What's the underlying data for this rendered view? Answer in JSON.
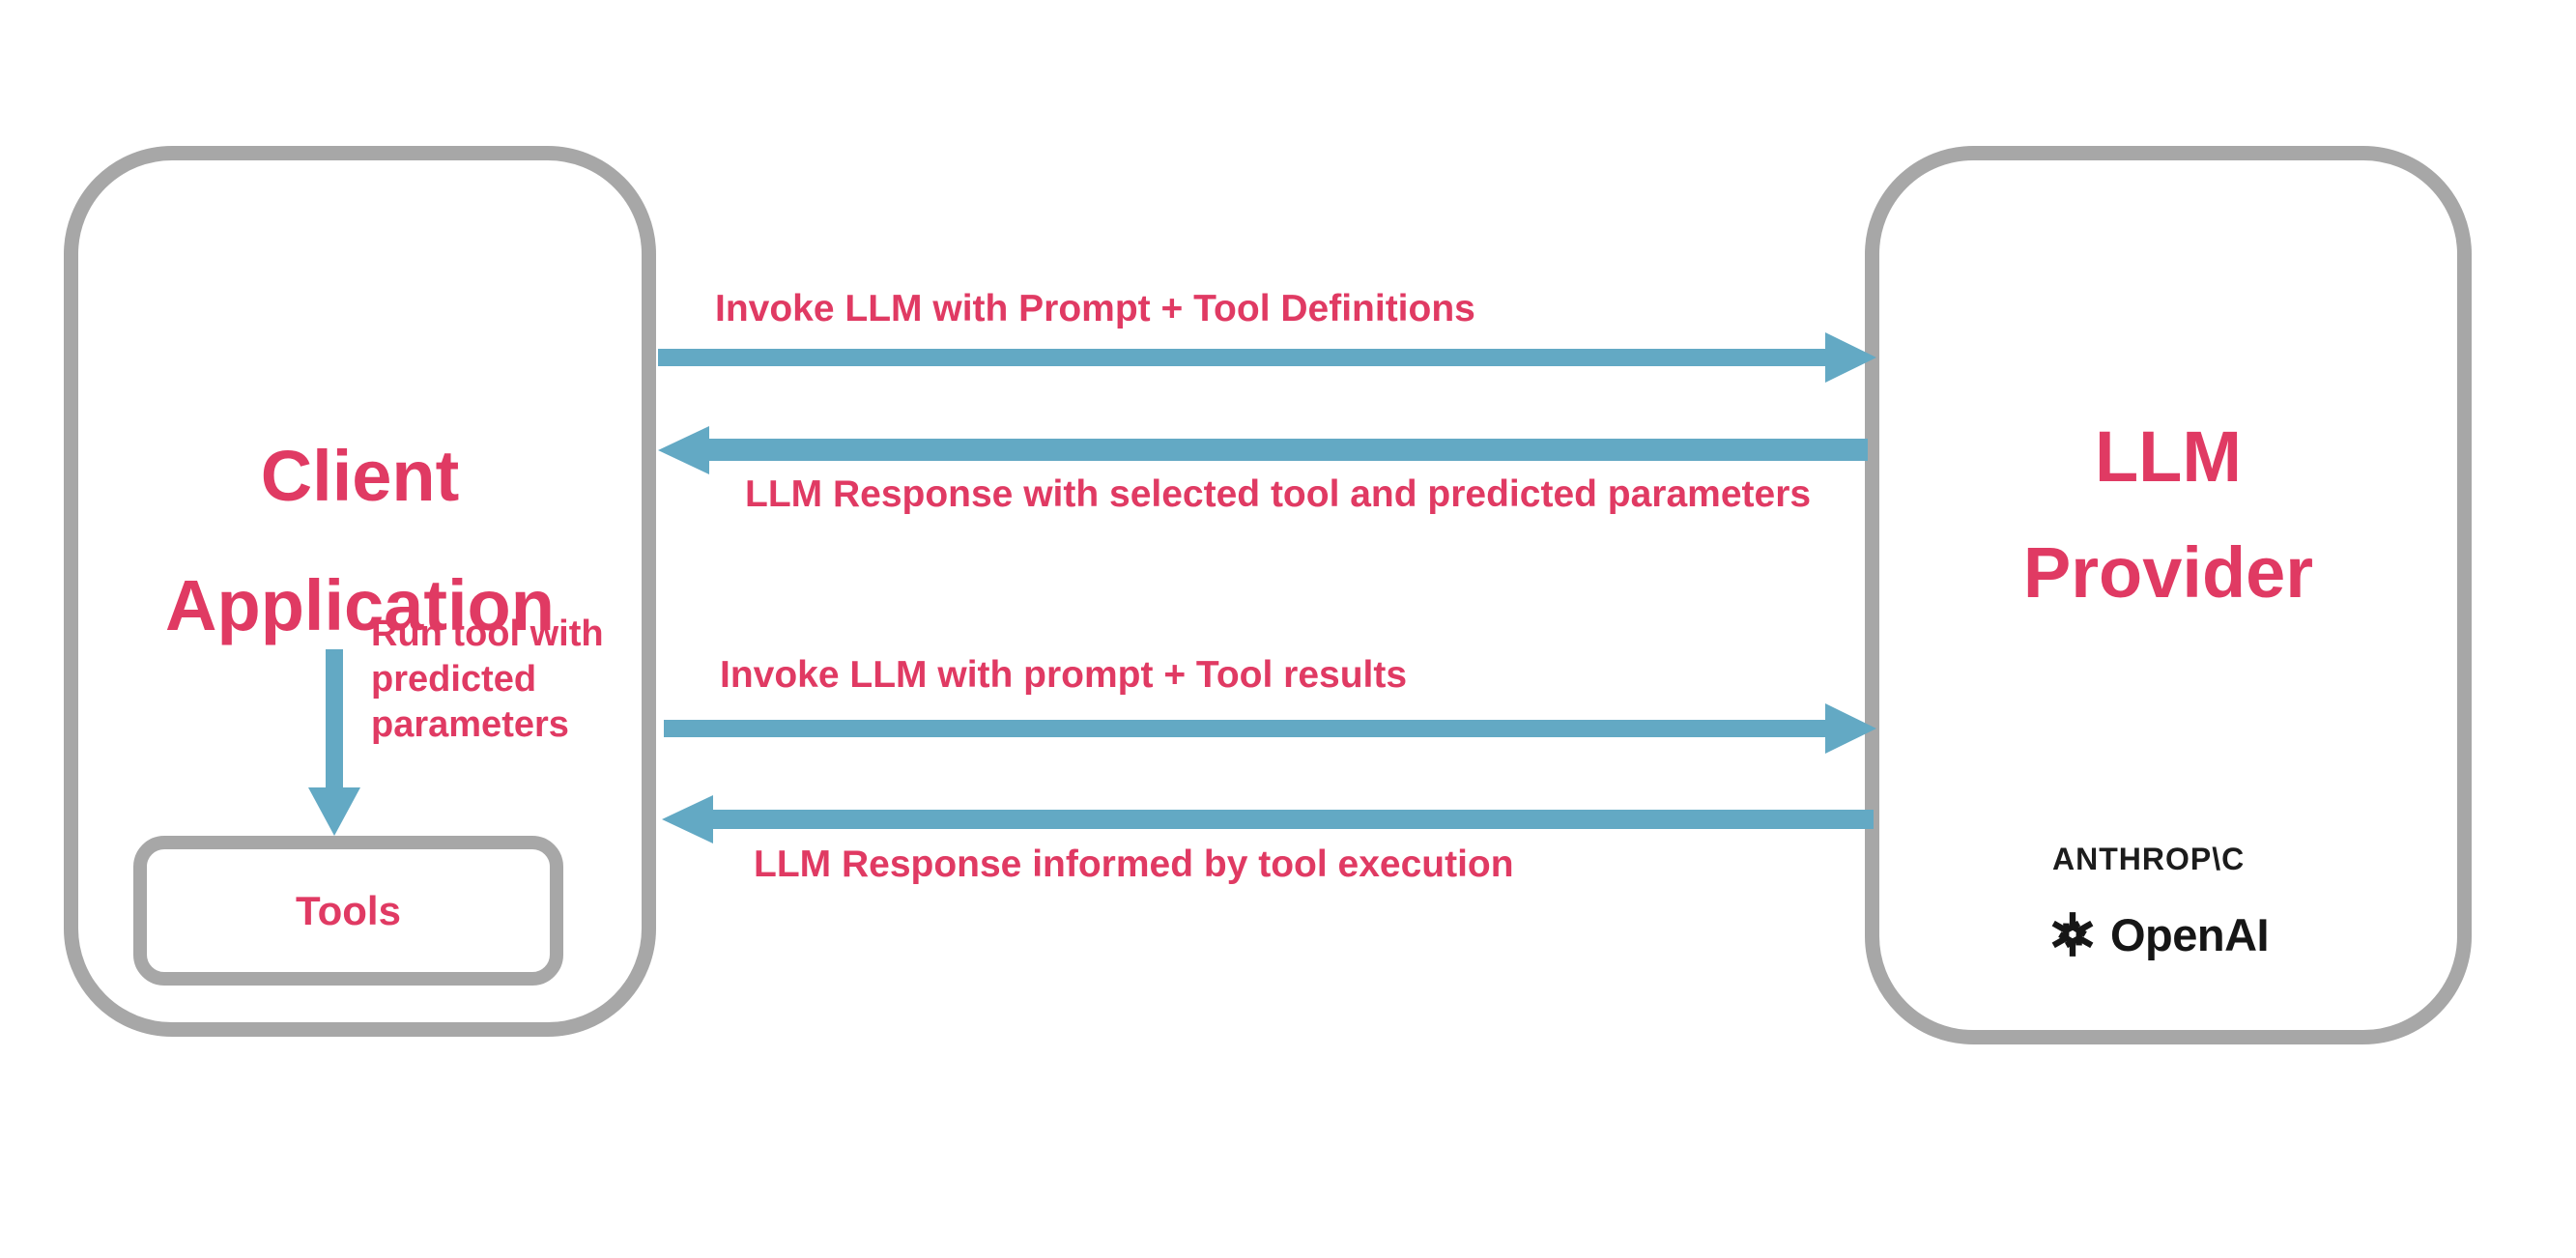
{
  "client": {
    "title_line1": "Client",
    "title_line2": "Application",
    "run_tool_line1": "Run tool with",
    "run_tool_line2": "predicted",
    "run_tool_line3": "parameters",
    "tools_label": "Tools"
  },
  "provider": {
    "title_line1": "LLM",
    "title_line2": "Provider",
    "anthropic_label": "ANTHROP\\C",
    "openai_label": "OpenAI"
  },
  "messages": {
    "invoke_with_tools": "Invoke LLM with Prompt + Tool Definitions",
    "response_selected_tool": "LLM Response with selected tool and predicted parameters",
    "invoke_with_results": "Invoke LLM with prompt + Tool results",
    "response_informed": "LLM Response informed by tool execution"
  },
  "icons": {
    "openai": "openai-flower-icon"
  },
  "colors": {
    "text_pink": "#e03a63",
    "arrow_blue": "#63a9c4",
    "border_gray": "#a7a7a7",
    "logo_black": "#1c1c1c"
  }
}
